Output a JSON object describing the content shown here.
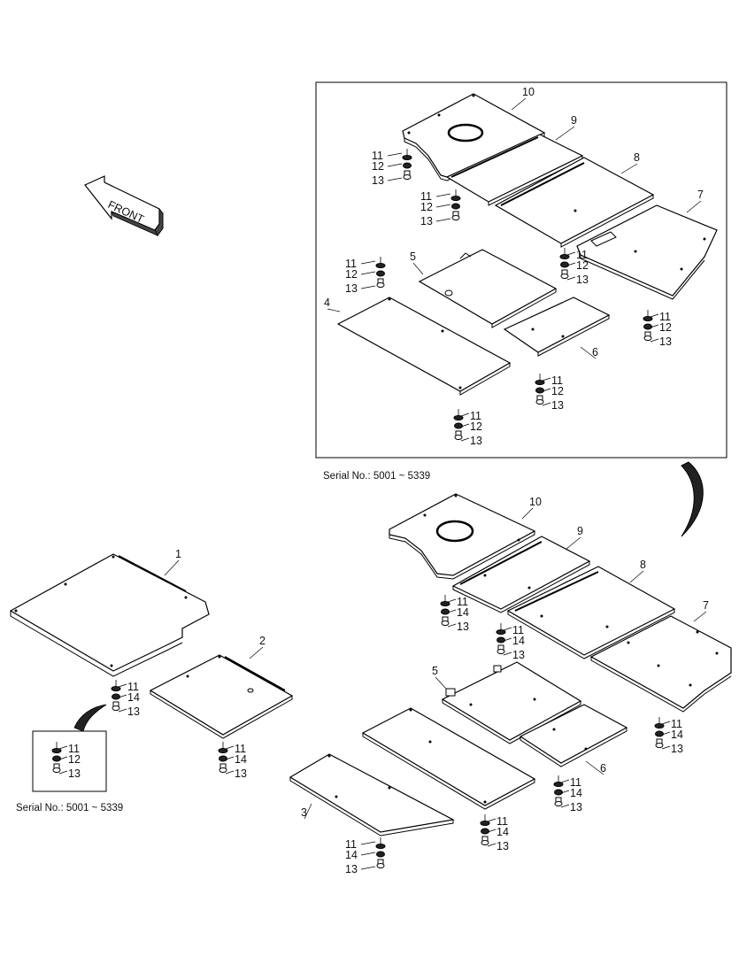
{
  "front_label": "FRONT",
  "captions": {
    "inset_main": "Serial No.: 5001 ~ 5339",
    "inset_small": "Serial No.: 5001 ~ 5339"
  },
  "labels": {
    "p1": "1",
    "p2": "2",
    "p3": "3",
    "p4": "4",
    "p5": "5",
    "p6": "6",
    "p7": "7",
    "p8": "8",
    "p9": "9",
    "p10": "10",
    "h11": "11",
    "h12": "12",
    "h13": "13",
    "h14": "14"
  }
}
